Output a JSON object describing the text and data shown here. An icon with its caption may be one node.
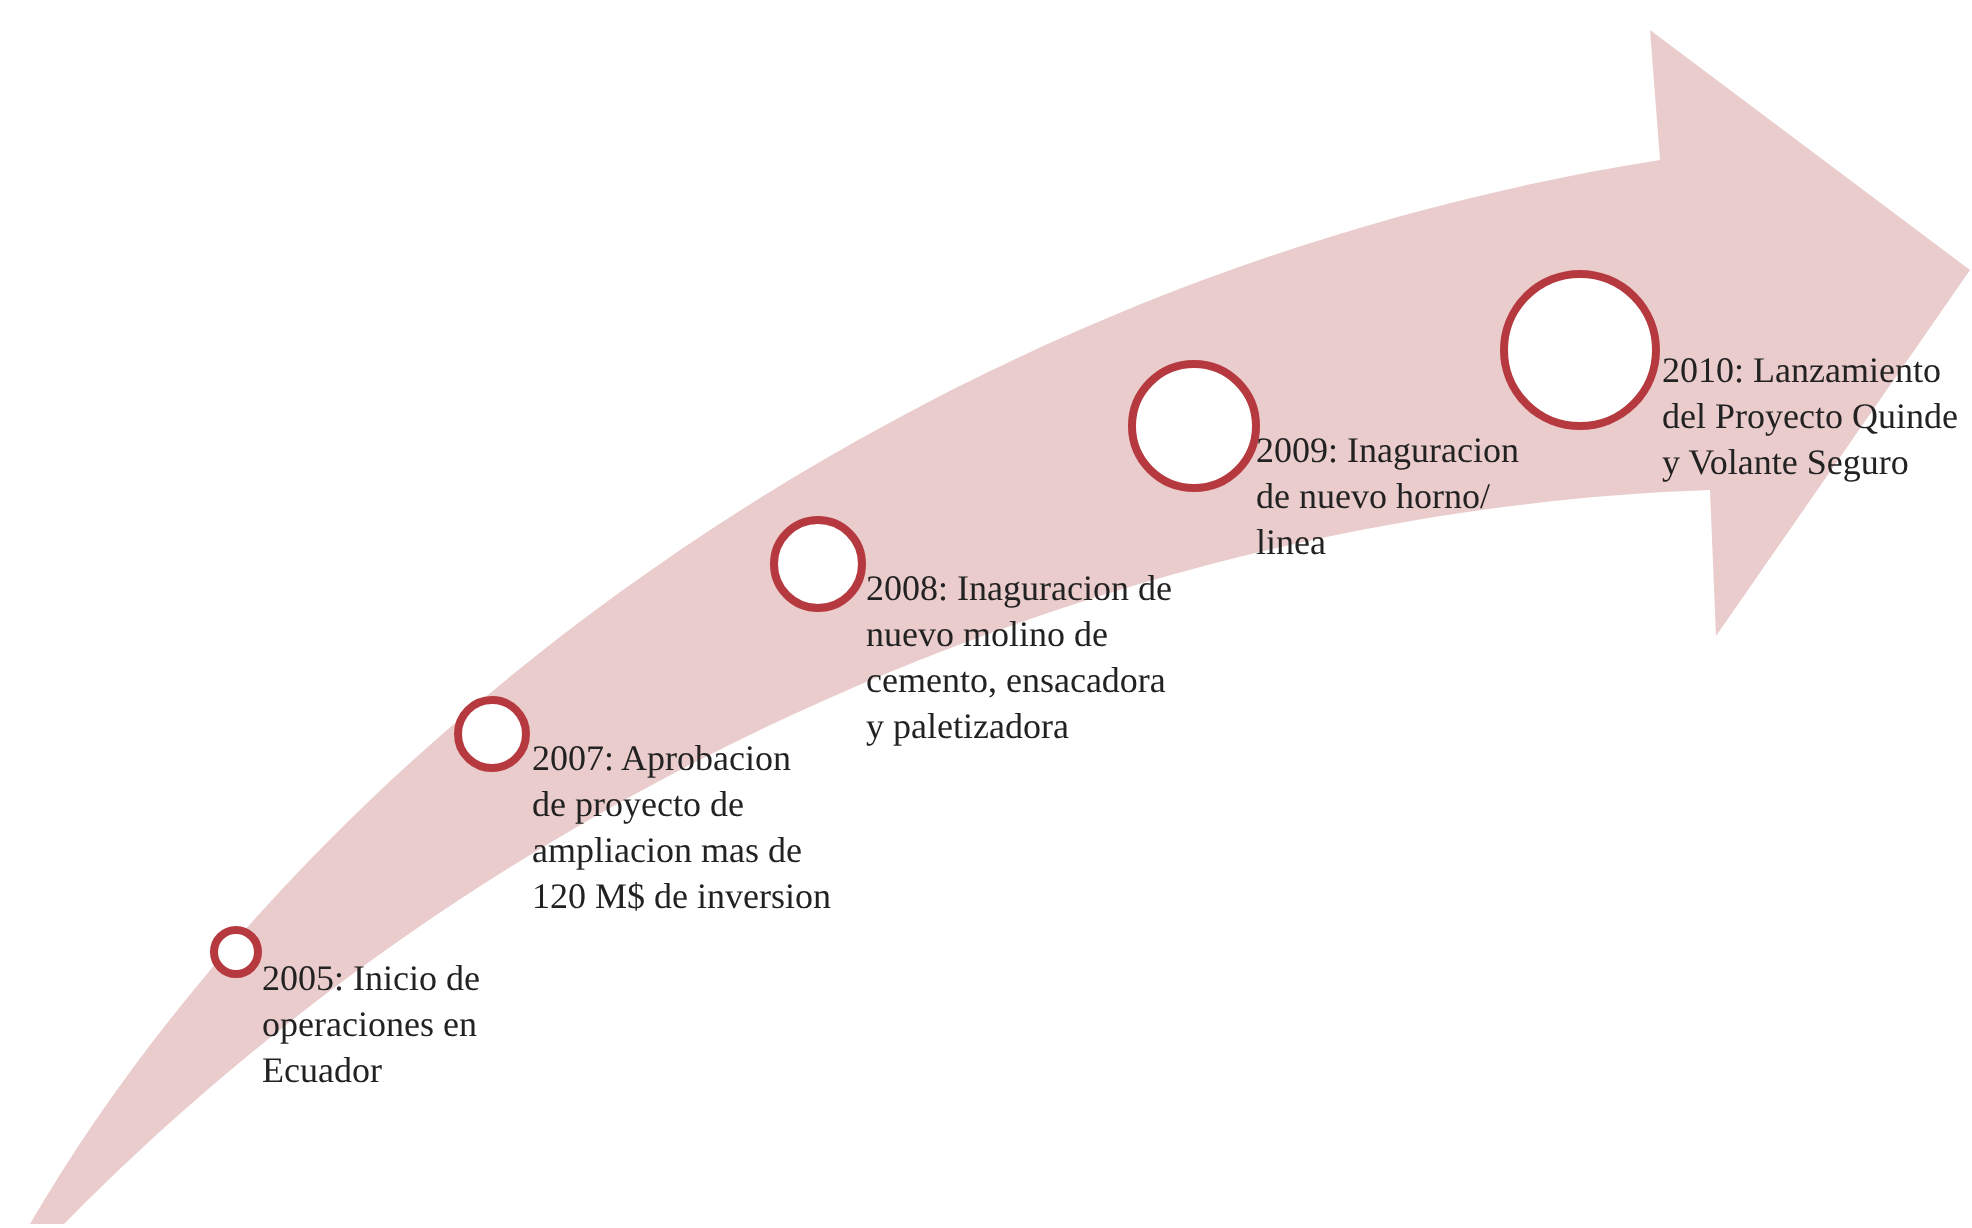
{
  "diagram": {
    "nodes": [
      {
        "text": [],
        "shape": "circle",
        "beside": [
          "2005: Inicio de operaciones en Ecuador"
        ]
      },
      {
        "text": [],
        "shape": "circle",
        "beside": [
          "2007: Aprobacion de proyecto de ampliacion mas de 120 M$ de inversion"
        ]
      },
      {
        "text": [],
        "shape": "circle",
        "beside": [
          "2008: Inaguracion de nuevo molino de cemento, ensacadora y paletizadora"
        ]
      },
      {
        "text": [],
        "shape": "circle",
        "beside": [
          "2009: Inaguracion de nuevo horno/ linea"
        ]
      },
      {
        "text": [],
        "shape": "circle",
        "beside": [
          "2010: Lanzamiento del Proyecto Quinde y Volante Seguro"
        ]
      }
    ]
  }
}
